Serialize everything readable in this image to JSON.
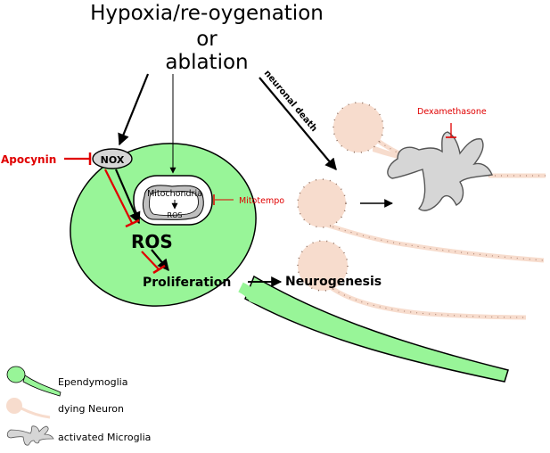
{
  "title": {
    "line1": "Hypoxia/re-oygenation",
    "line2": "or",
    "line3": "ablation"
  },
  "labels": {
    "apocynin": "Apocynin",
    "nox": "NOX",
    "mitochondria": "Mitochondria",
    "ros_small": "ROS",
    "mitotempo": "Mitotempo",
    "ros": "ROS",
    "proliferation": "Proliferation",
    "neurogenesis": "Neurogenesis",
    "neuronal_death": "neuronal death",
    "dexamethasone": "Dexamethasone"
  },
  "legend": [
    {
      "icon": "ependymoglia-icon",
      "label": "Ependymoglia"
    },
    {
      "icon": "dying-neuron-icon",
      "label": "dying Neuron"
    },
    {
      "icon": "microglia-icon",
      "label": "activated Microglia"
    }
  ],
  "colors": {
    "ependymoglia_fill": "#98f598",
    "neuron_fill": "#f7dccd",
    "microglia_fill": "#d6d6d6",
    "inhibitor_red": "#e00000"
  }
}
